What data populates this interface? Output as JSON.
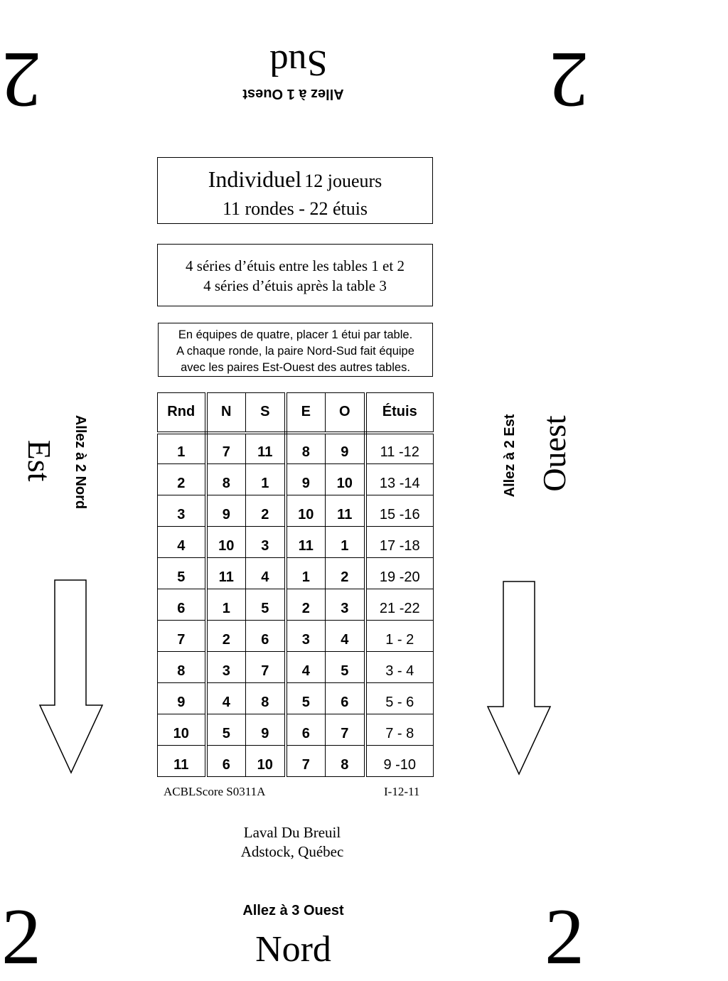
{
  "table_number": "2",
  "directions": {
    "south": {
      "label": "Sud",
      "instruction": "Allez à 1 Ouest"
    },
    "north": {
      "label": "Nord",
      "instruction": "Allez à 3 Ouest"
    },
    "east": {
      "label": "Est",
      "instruction": "Allez à 2 Nord"
    },
    "west": {
      "label": "Ouest",
      "instruction": "Allez à 2 Est"
    }
  },
  "title_box": {
    "line1_main": "Individuel",
    "line1_rest": "12 joueurs",
    "line2": "11 rondes - 22 étuis"
  },
  "series_box": {
    "line1": "4 séries d’étuis entre les tables 1 et 2",
    "line2": "4 séries d’étuis après la table 3"
  },
  "team_box": {
    "line1": "En équipes de quatre, placer 1 étui par table.",
    "line2": "A chaque ronde, la paire Nord-Sud fait équipe",
    "line3": "avec les paires Est-Ouest des autres tables."
  },
  "table": {
    "headers": [
      "Rnd",
      "N",
      "S",
      "E",
      "O",
      "Étuis"
    ],
    "rows": [
      [
        "1",
        "7",
        "11",
        "8",
        "9",
        "11 -12"
      ],
      [
        "2",
        "8",
        "1",
        "9",
        "10",
        "13 -14"
      ],
      [
        "3",
        "9",
        "2",
        "10",
        "11",
        "15 -16"
      ],
      [
        "4",
        "10",
        "3",
        "11",
        "1",
        "17 -18"
      ],
      [
        "5",
        "11",
        "4",
        "1",
        "2",
        "19 -20"
      ],
      [
        "6",
        "1",
        "5",
        "2",
        "3",
        "21 -22"
      ],
      [
        "7",
        "2",
        "6",
        "3",
        "4",
        "1 - 2"
      ],
      [
        "8",
        "3",
        "7",
        "4",
        "5",
        "3 - 4"
      ],
      [
        "9",
        "4",
        "8",
        "5",
        "6",
        "5 - 6"
      ],
      [
        "10",
        "5",
        "9",
        "6",
        "7",
        "7 - 8"
      ],
      [
        "11",
        "6",
        "10",
        "7",
        "8",
        "9 -10"
      ]
    ]
  },
  "footer": {
    "software": "ACBLScore S0311A",
    "code": "I-12-11",
    "author_line1": "Laval Du Breuil",
    "author_line2": "Adstock, Québec"
  }
}
